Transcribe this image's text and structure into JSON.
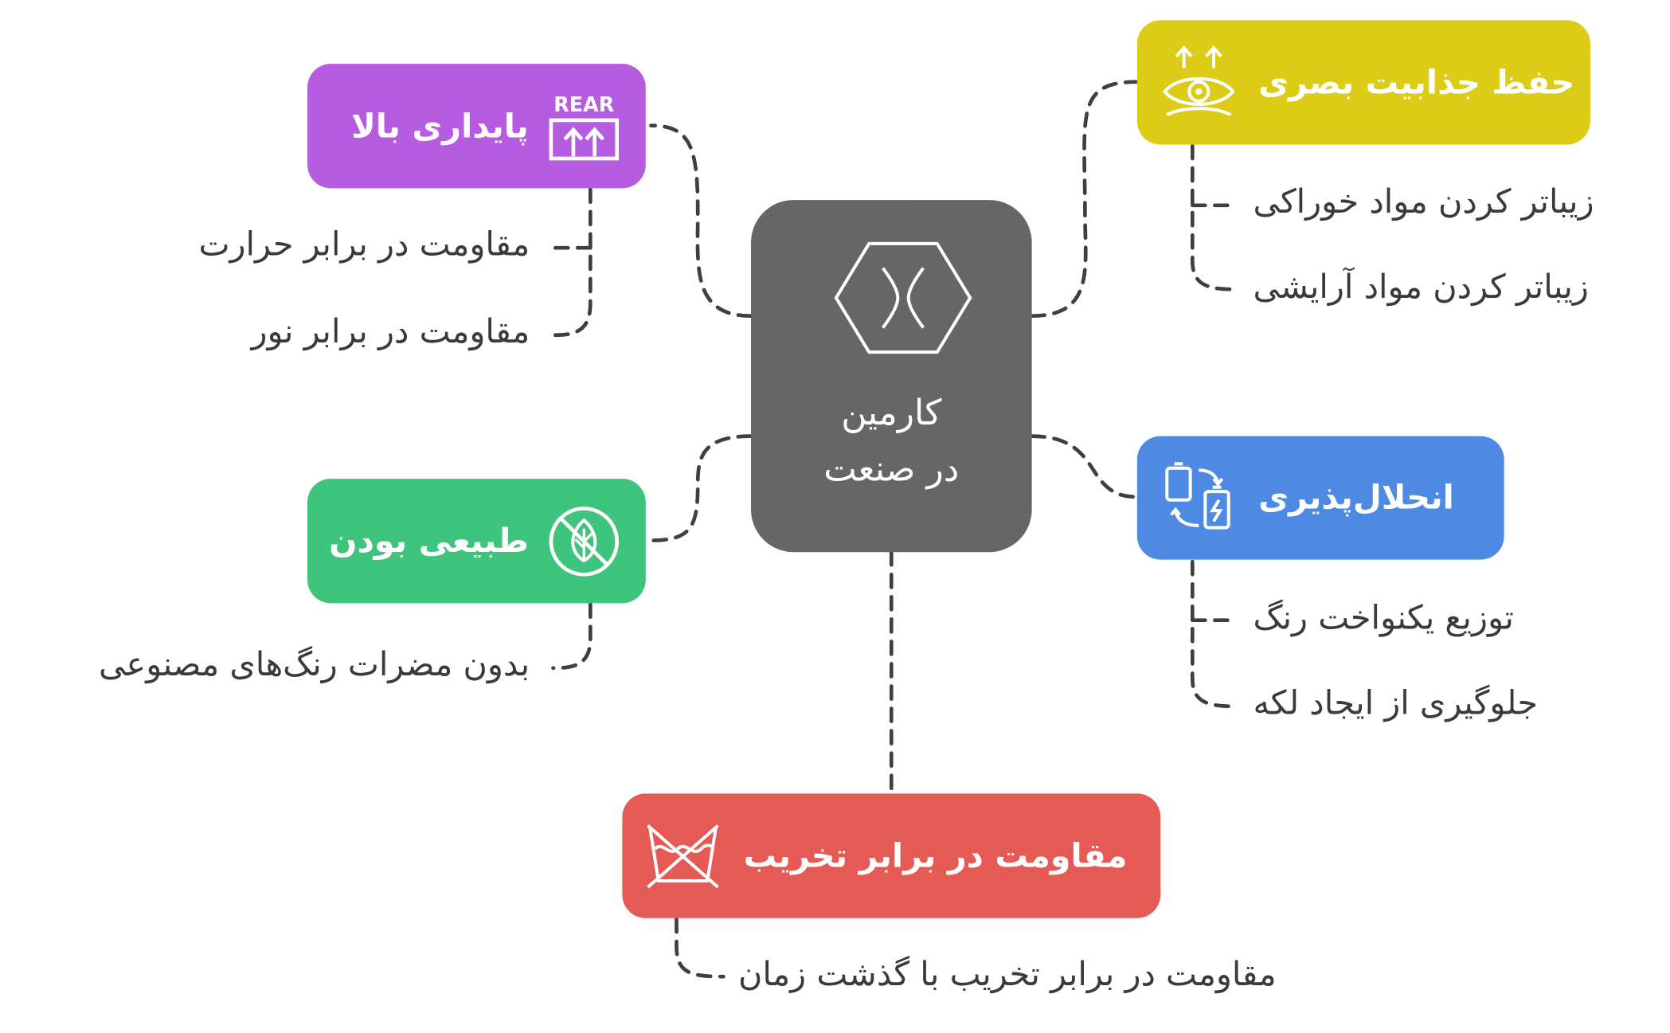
{
  "center": {
    "line1": "کارمین",
    "line2": "در صنعت",
    "icon": "hexagon-x-icon"
  },
  "branches": {
    "durability": {
      "title": "پایداری بالا",
      "color": "#b55ce0",
      "icon": "rear-arrows-icon",
      "icon_text": "REAR",
      "items": [
        "مقاومت در برابر حرارت",
        "مقاومت در برابر نور"
      ]
    },
    "natural": {
      "title": "طبیعی بودن",
      "color": "#3fc47e",
      "icon": "no-leaf-icon",
      "items": [
        "بدون مضرات رنگ‌های مصنوعی"
      ]
    },
    "visual": {
      "title": "حفظ جذابیت بصری",
      "color": "#dccb17",
      "icon": "eye-arrows-icon",
      "items": [
        "زیباتر کردن مواد خوراکی",
        "زیباتر کردن مواد آرایشی"
      ]
    },
    "solubility": {
      "title": "انحلال‌پذیری",
      "color": "#4e89e4",
      "icon": "battery-swap-icon",
      "items": [
        "توزیع یکنواخت رنگ",
        "جلوگیری از ایجاد لکه"
      ]
    },
    "degradation": {
      "title": "مقاومت در برابر تخریب",
      "color": "#e55a54",
      "icon": "no-washing-icon",
      "items": [
        "مقاومت در برابر تخریب با گذشت زمان"
      ]
    }
  }
}
